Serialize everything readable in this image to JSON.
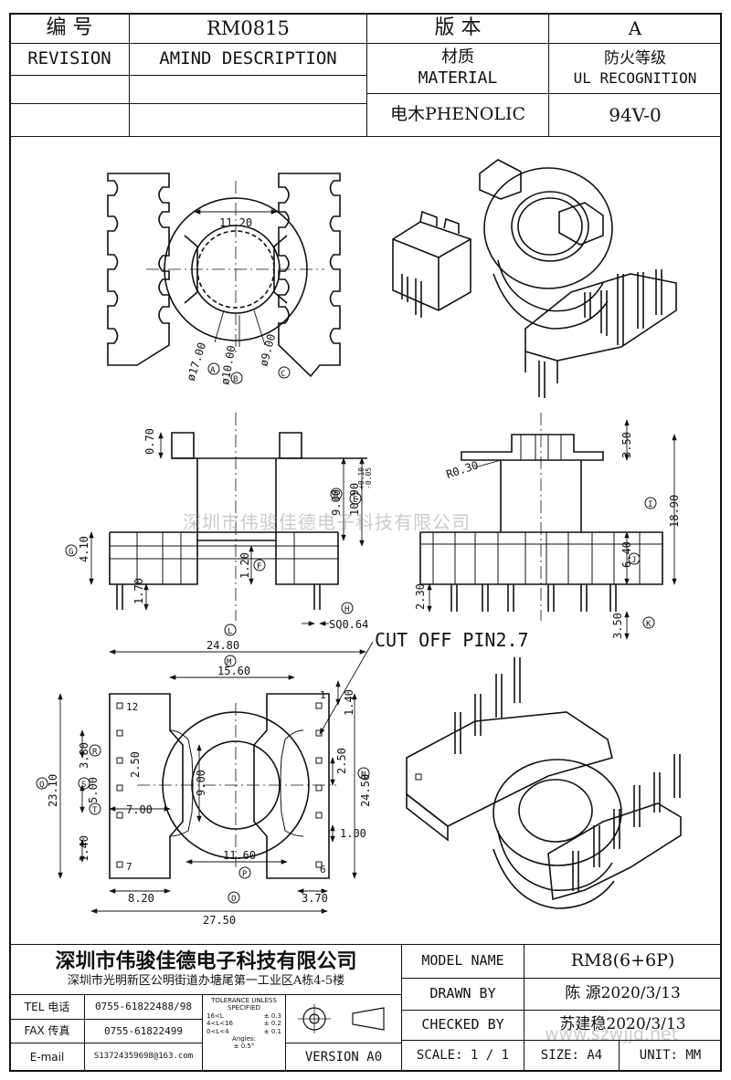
{
  "header": {
    "code_label": "编 号",
    "part_number": "RM0815",
    "version_label": "版 本",
    "version_value": "A",
    "revision_label": "REVISION",
    "amend_label": "AMIND DESCRIPTION",
    "material_label_cn": "材质",
    "material_label_en": "MATERIAL",
    "flame_label_cn": "防火等级",
    "flame_label_en": "UL RECOGNITION",
    "material_value": "电木PHENOLIC",
    "flame_value": "94V-0"
  },
  "dimensions": {
    "top_inner": "11.20",
    "dia_outer": "ø17.00",
    "dia_mid": "ø10.00",
    "dia_inner": "ø9.00",
    "marker_a": "A",
    "marker_b": "B",
    "marker_c": "C",
    "flange_top": "0.70",
    "winding_height": "9.00",
    "winding_height_tol": "10.90",
    "tol_plus": "+0.10",
    "tol_minus": "-0.05",
    "base_height": "4.10",
    "pin_pitch_small": "1.70",
    "base_offset": "1.20",
    "pin_section": "SQ0.64",
    "radius": "R0.30",
    "top_step": "3.50",
    "total_height": "18.90",
    "base_height_r": "6.40",
    "pin_len_l": "2.30",
    "pin_len_r": "3.50",
    "marker_d": "D",
    "marker_e": "E",
    "marker_f": "F",
    "marker_g": "G",
    "marker_h": "H",
    "marker_i": "I",
    "marker_j": "J",
    "marker_k": "K",
    "cut_off": "CUT OFF PIN2.7",
    "width_total": "24.80",
    "width_mid": "15.60",
    "bottom_inner": "11.60",
    "bottom_total": "27.50",
    "bottom_left": "8.20",
    "bottom_right": "3.70",
    "pitch_380": "3.80",
    "pitch_250": "2.50",
    "pitch_500": "5.00",
    "pitch_700": "7.00",
    "height_2310": "23.10",
    "pitch_140": "1.40",
    "height_900": "9.00",
    "right_250": "2.50",
    "right_2450": "24.50",
    "right_100": "1.00",
    "right_140": "1.40",
    "marker_l": "L",
    "marker_m": "M",
    "marker_n": "N",
    "marker_o": "O",
    "marker_p": "P",
    "marker_q": "Q",
    "marker_r": "R",
    "marker_s": "S",
    "marker_t": "T",
    "pin_12": "12",
    "pin_7": "7",
    "pin_1": "1",
    "pin_6": "6"
  },
  "watermark": "深圳市伟骏佳德电子科技有限公司",
  "watermark_url": "www.szwjjd.net",
  "title_block": {
    "company": "深圳市伟骏佳德电子科技有限公司",
    "address": "深圳市光明新区公明街道办塘尾第一工业区A栋4-5楼",
    "tel_label": "TEL 电话",
    "tel_value": "0755-61822488/98",
    "fax_label": "FAX 传真",
    "fax_value": "0755-61822499",
    "email_label": "E-mail",
    "email_value": "S13724359698@163.com",
    "tolerance_title": "TOLERANCE UNLESS SPECIFIED",
    "tol_row1_range": "16<L",
    "tol_row1_val": "± 0.3",
    "tol_row2_range": "4<L<16",
    "tol_row2_val": "± 0.2",
    "tol_row3_range": "0<L<4",
    "tol_row3_val": "± 0.1",
    "angles_label": "Angles:",
    "angles_val": "± 0.5°",
    "version": "VERSION A0",
    "model_label": "MODEL NAME",
    "model_value": "RM8(6+6P)",
    "drawn_label": "DRAWN BY",
    "drawn_value": "陈 源2020/3/13",
    "checked_label": "CHECKED BY",
    "checked_value": "苏建稳2020/3/13",
    "scale_label": "SCALE: 1 / 1",
    "size_label": "SIZE: A4",
    "unit_label": "UNIT: MM"
  }
}
